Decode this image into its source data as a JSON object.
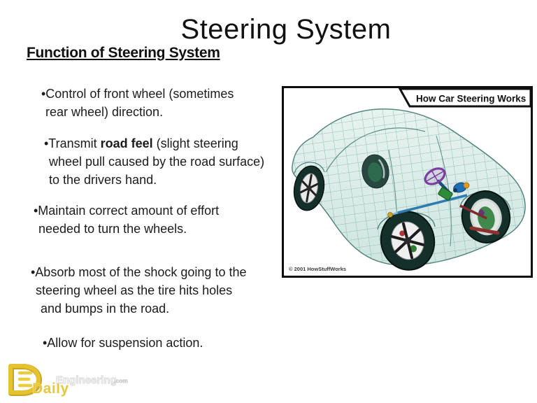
{
  "slide": {
    "title": "Steering System",
    "heading": "Function of Steering System"
  },
  "bullets": {
    "b1": {
      "l1": "•Control of front wheel (sometimes",
      "l2": "rear wheel) direction."
    },
    "b2": {
      "l1_pre": "•Transmit ",
      "l1_bold": "road feel",
      "l1_post": " (slight steering",
      "l2": "wheel pull caused by the road surface)",
      "l3": "to the drivers hand."
    },
    "b3": {
      "l1": "•Maintain correct amount of effort",
      "l2": "needed to turn the wheels."
    },
    "b4": {
      "l1": "•Absorb most of the shock going to the",
      "l2": "steering wheel as the tire hits holes",
      "l3": "and bumps in the road."
    },
    "b5": {
      "l1": "•Allow for suspension action."
    }
  },
  "figure": {
    "banner_title": "How Car Steering Works",
    "credit": "© 2001 HowStuffWorks"
  },
  "logo": {
    "daily": "Daily",
    "engineering": "Engineering",
    "domain_suffix": ".com"
  },
  "colors": {
    "mesh_teal": "#7fb0aa",
    "body_fill_top": "#e7f3ef",
    "body_fill_bottom": "#cfe5e0",
    "tire_dark": "#15302b",
    "steering_purple": "#7d3da1",
    "rack_blue": "#2e7cb0",
    "gear_green": "#2e8b3a",
    "pump_orange": "#e09a1e",
    "tierod_red": "#7d2d2d",
    "logo_gold": "#e5c230"
  }
}
